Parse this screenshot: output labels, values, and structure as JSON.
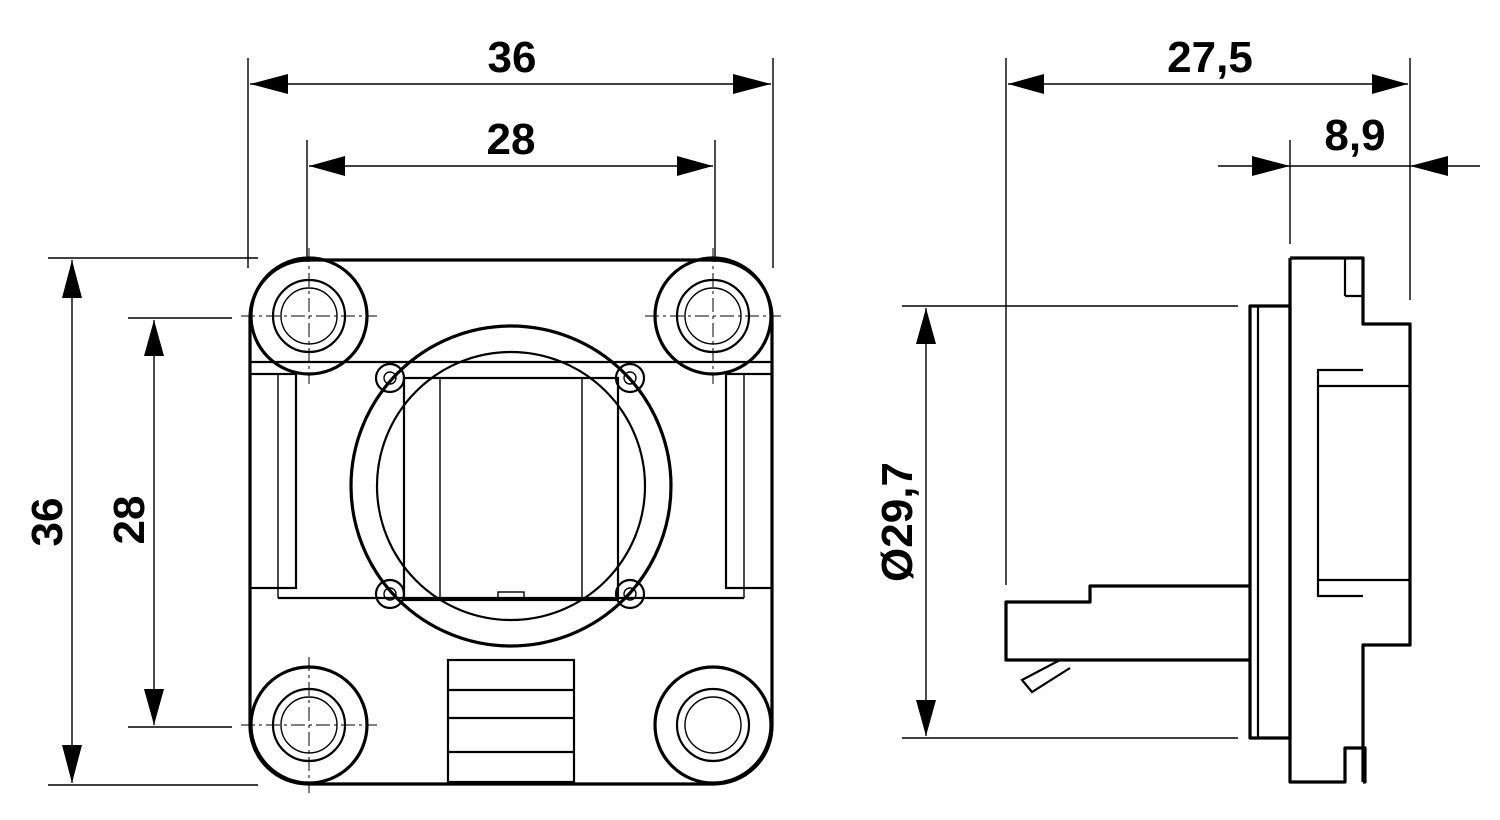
{
  "front_view": {
    "width_outer_label": "36",
    "width_holes_label": "28",
    "height_outer_label": "36",
    "height_holes_label": "28"
  },
  "side_view": {
    "depth_total_label": "27,5",
    "flange_thickness_label": "8,9",
    "diameter_label": "Ø29,7"
  },
  "colors": {
    "line": "#000000",
    "background": "#ffffff"
  }
}
